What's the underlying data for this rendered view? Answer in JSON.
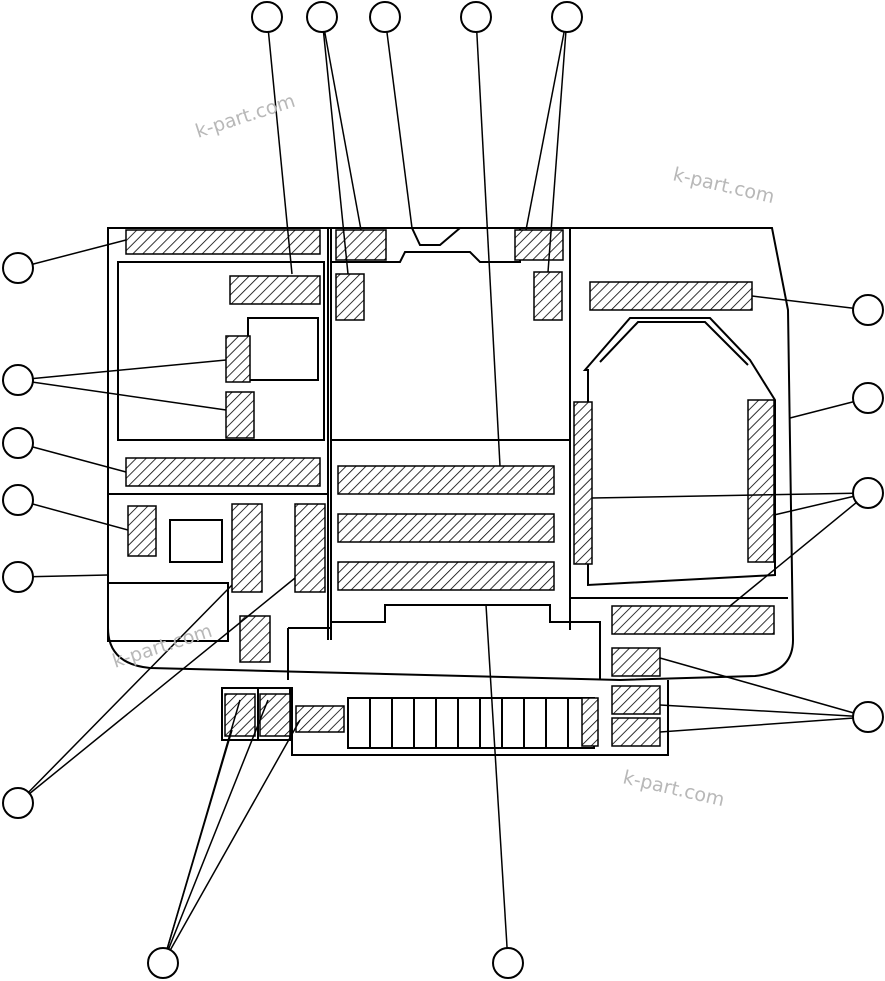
{
  "diagram": {
    "watermarks": [
      "k-part.com",
      "k-part.com",
      "k-part.com",
      "k-part.com"
    ],
    "colors": {
      "line": "#000000",
      "background": "#ffffff",
      "watermark": "#b8b8b8"
    }
  }
}
